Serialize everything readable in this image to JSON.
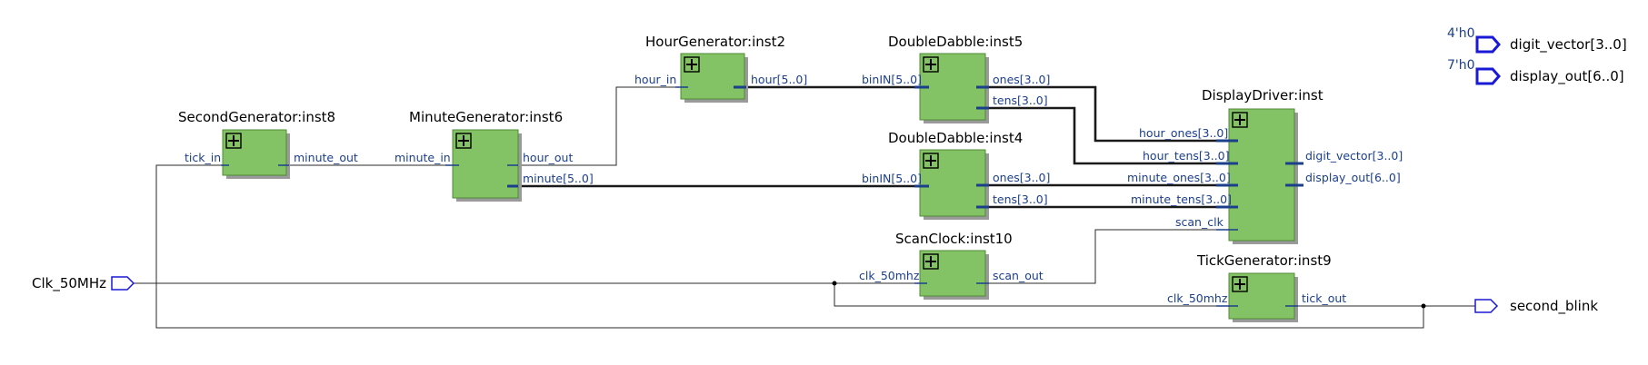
{
  "blocks": [
    {
      "id": "inst8",
      "title": "SecondGenerator:inst8",
      "inputs": [
        "tick_in"
      ],
      "outputs": [
        "minute_out"
      ]
    },
    {
      "id": "inst6",
      "title": "MinuteGenerator:inst6",
      "inputs": [
        "minute_in"
      ],
      "outputs": [
        "hour_out",
        "minute[5..0]"
      ]
    },
    {
      "id": "inst2",
      "title": "HourGenerator:inst2",
      "inputs": [
        "hour_in"
      ],
      "outputs": [
        "hour[5..0]"
      ]
    },
    {
      "id": "inst5",
      "title": "DoubleDabble:inst5",
      "inputs": [
        "binIN[5..0]"
      ],
      "outputs": [
        "ones[3..0]",
        "tens[3..0]"
      ]
    },
    {
      "id": "inst4",
      "title": "DoubleDabble:inst4",
      "inputs": [
        "binIN[5..0]"
      ],
      "outputs": [
        "ones[3..0]",
        "tens[3..0]"
      ]
    },
    {
      "id": "inst10",
      "title": "ScanClock:inst10",
      "inputs": [
        "clk_50mhz"
      ],
      "outputs": [
        "scan_out"
      ]
    },
    {
      "id": "inst",
      "title": "DisplayDriver:inst",
      "inputs": [
        "hour_ones[3..0]",
        "hour_tens[3..0]",
        "minute_ones[3..0]",
        "minute_tens[3..0]",
        "scan_clk"
      ],
      "outputs": [
        "digit_vector[3..0]",
        "display_out[6..0]"
      ]
    },
    {
      "id": "inst9",
      "title": "TickGenerator:inst9",
      "inputs": [
        "clk_50mhz"
      ],
      "outputs": [
        "tick_out"
      ]
    }
  ],
  "pins": {
    "input": "Clk_50MHz",
    "outputs": [
      "digit_vector[3..0]",
      "display_out[6..0]",
      "second_blink"
    ]
  },
  "constants": [
    "4'h0",
    "7'h0"
  ]
}
